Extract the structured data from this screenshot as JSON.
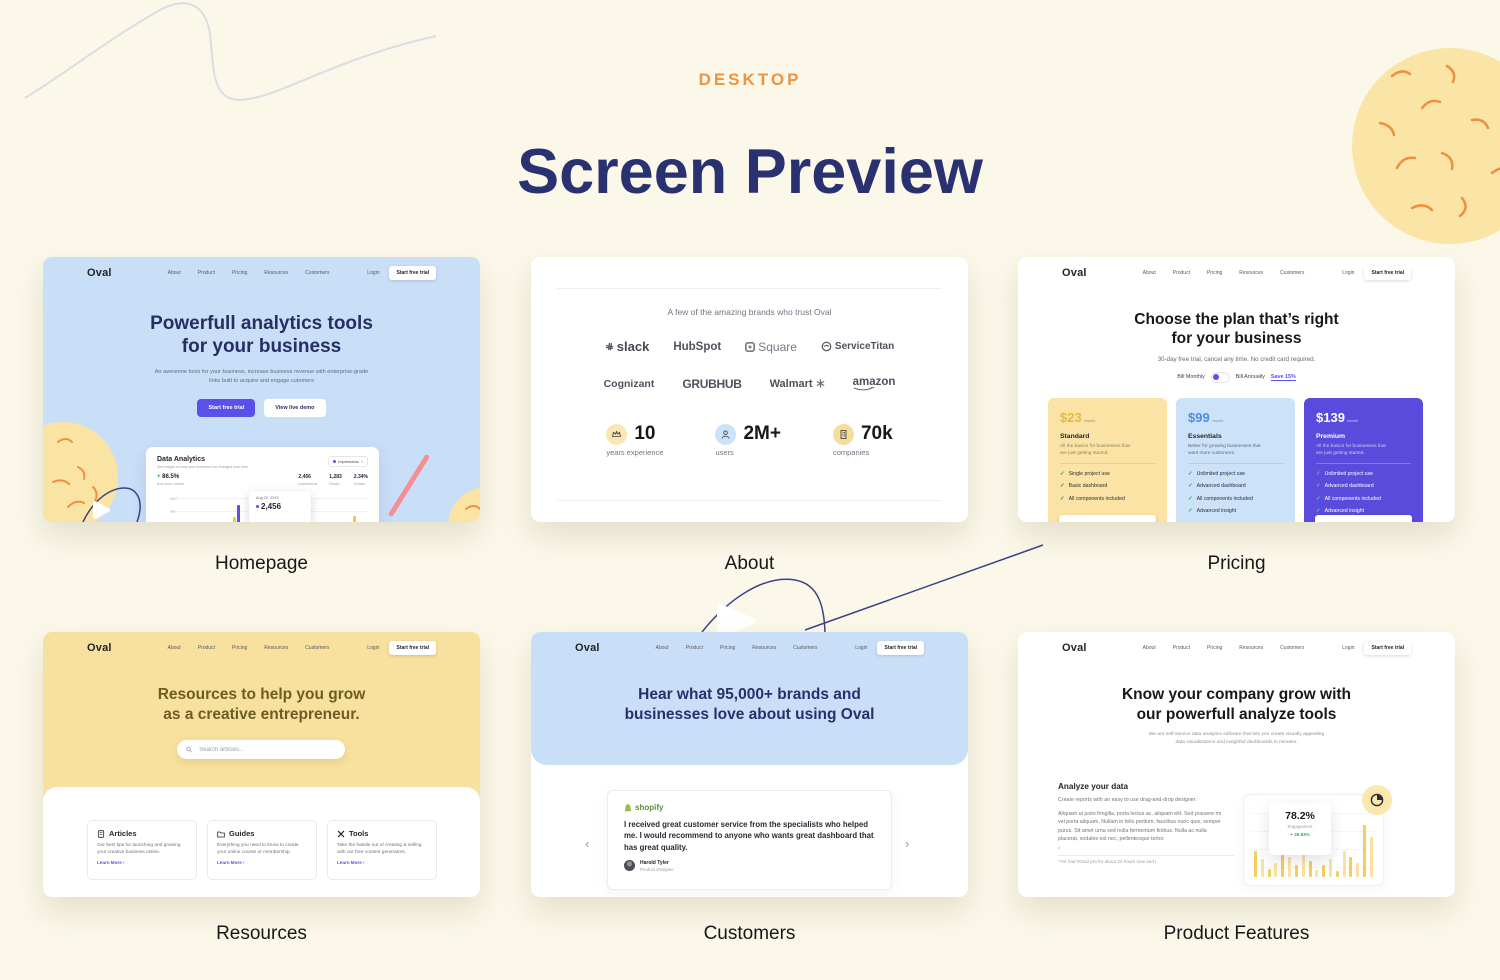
{
  "page": {
    "kicker": "DESKTOP",
    "title": "Screen Preview"
  },
  "nav": {
    "logo": "Oval",
    "links": [
      "About",
      "Product",
      "Pricing",
      "Resources",
      "Customers"
    ],
    "login": "Login",
    "cta": "Start free trial"
  },
  "captions": {
    "homepage": "Homepage",
    "about": "About",
    "pricing": "Pricing",
    "resources": "Resources",
    "customers": "Customers",
    "features": "Product Features"
  },
  "homepage": {
    "title_line1": "Powerfull analytics tools",
    "title_line2": "for your business",
    "subtitle_line1": "An awesome tools for your business, increase business revenue with enterprise-grade",
    "subtitle_line2": "links built to acquire and engage cutomers",
    "primary_cta": "Start free trial",
    "secondary_cta": "View live demo",
    "dashboard": {
      "title": "Data Analytics",
      "subtitle": "See insight on how your business has changed over time",
      "filter": "Impressions",
      "delta": "86.5%",
      "delta_caption": "from prev. month",
      "metrics": [
        {
          "value": "2,456",
          "label": "Impressions"
        },
        {
          "value": "1,283",
          "label": "Reach"
        },
        {
          "value": "2.34%",
          "label": "Growth"
        }
      ],
      "y_ticks": [
        "1000",
        "750"
      ],
      "tooltip_date": "Aug 22, 2019",
      "tooltip_value": "2,456",
      "bar_groups": [
        {
          "x": 43,
          "yellow": 10,
          "purple": 6
        },
        {
          "x": 76,
          "yellow": 15,
          "purple": 27
        },
        {
          "x": 196,
          "yellow": 16,
          "purple": 9
        }
      ]
    }
  },
  "about": {
    "trust_line": "A few of the amazing brands who trust Oval",
    "brands_row1": [
      "slack",
      "HubSpot",
      "Square",
      "ServiceTitan"
    ],
    "brands_row2": [
      "Cognizant",
      "GRUBHUB",
      "Walmart",
      "amazon"
    ],
    "stats": [
      {
        "value": "10",
        "label": "years experience"
      },
      {
        "value": "2M+",
        "label": "users"
      },
      {
        "value": "70k",
        "label": "companies"
      }
    ]
  },
  "pricing": {
    "title_line1": "Choose the plan that’s right",
    "title_line2": "for your business",
    "subtitle": "30-day free trial, cancel any time. No credit card required.",
    "bill_monthly": "Bill Monthly",
    "bill_annually": "Bill Annually",
    "save_badge": "Save 15%",
    "plans": [
      {
        "price": "$23",
        "period": "/month",
        "name": "Standard",
        "desc_line1": "All the basics for businesses that",
        "desc_line2": "are just getting started.",
        "features": [
          "Single project use",
          "Basic dashboard",
          "All components included"
        ]
      },
      {
        "price": "$99",
        "period": "/month",
        "name": "Essentials",
        "desc_line1": "Better for growing businesses that",
        "desc_line2": "want more customers.",
        "features": [
          "Unlimited project use",
          "Advanced dashboard",
          "All components included",
          "Advanced insight"
        ]
      },
      {
        "price": "$139",
        "period": "/month",
        "name": "Premium",
        "desc_line1": "All the basics for businesses that",
        "desc_line2": "are just getting started.",
        "features": [
          "Unlimited project use",
          "Advanced dashboard",
          "All components included",
          "Advanced insight"
        ]
      }
    ]
  },
  "resources": {
    "title_line1": "Resources to help you grow",
    "title_line2": "as a creative entrepreneur.",
    "search_placeholder": "Search articles...",
    "cards": [
      {
        "title": "Articles",
        "desc_line1": "Our best tips for launching and growing",
        "desc_line2": "your creative business online.",
        "link": "Learn More ›"
      },
      {
        "title": "Guides",
        "desc_line1": "Everything you need to know to create",
        "desc_line2": "your online course or membership.",
        "link": "Learn More ›"
      },
      {
        "title": "Tools",
        "desc_line1": "Take the hassle out of creating & selling",
        "desc_line2": "with our free content generators.",
        "link": "Learn More ›"
      }
    ]
  },
  "customers": {
    "title_line1": "Hear what 95,000+ brands and",
    "title_line2": "businesses love about using Oval",
    "testimonial": {
      "brand": "shopify",
      "quote": "I received great customer service from the specialists who helped me. I would recommend to anyone who wants great dashboard that has great quality.",
      "name": "Harold Tyler",
      "role": "Product Designer"
    },
    "prev_arrow": "‹",
    "next_arrow": "›"
  },
  "features": {
    "title_line1": "Know your company grow with",
    "title_line2": "our powerfull analyze tools",
    "subtitle_line1": "We are self-service data analytics software that lets you create visually appealing",
    "subtitle_line2": "data visualizations and insightful dashboards in minutes.",
    "section_title": "Analyze your data",
    "section_lead": "Create reports with an easy to use drag-and-drop designer.",
    "section_body": "Aliquam ut justo fringilla, porta lectus ac, aliquam elit. Sed posuere mi vel porta aliquam. Nullam in felis pretium, faucibus nunc quis, semper purus. Sit amet urna sed nulla fermentum finibus. Nulla ac nulla placerat, sodales est nec, pellentesque tortor.",
    "quote_mark": "“",
    "quote_snippet": "“I've had #Oval pro for about 24 hours now and I",
    "chart": {
      "value": "78.2%",
      "label": "Engagement",
      "delta": "26.83%",
      "bars": [
        26,
        18,
        8,
        14,
        22,
        20,
        12,
        24,
        16,
        7,
        12,
        18,
        6,
        26,
        20,
        14,
        52,
        40
      ]
    }
  },
  "colors": {
    "background_cream": "#fbf8ea",
    "kicker_orange": "#f0923e",
    "title_navy": "#2a3170",
    "hero_blue": "#c9dff8",
    "hero_yellow": "#f8e09e",
    "accent_purple": "#5b51e8",
    "plan_yellow": "#fae3a4",
    "plan_blue": "#cbe2f8",
    "plan_purple": "#5a4bdd",
    "check_green": "#21a55e",
    "shopify_green": "#5e8e3e",
    "bar_yellow": "#f2c94c",
    "pink_accent": "#f58f95",
    "decor_ball_yellow": "#fae5a6",
    "decor_squiggle_orange": "#ef8f3f"
  }
}
